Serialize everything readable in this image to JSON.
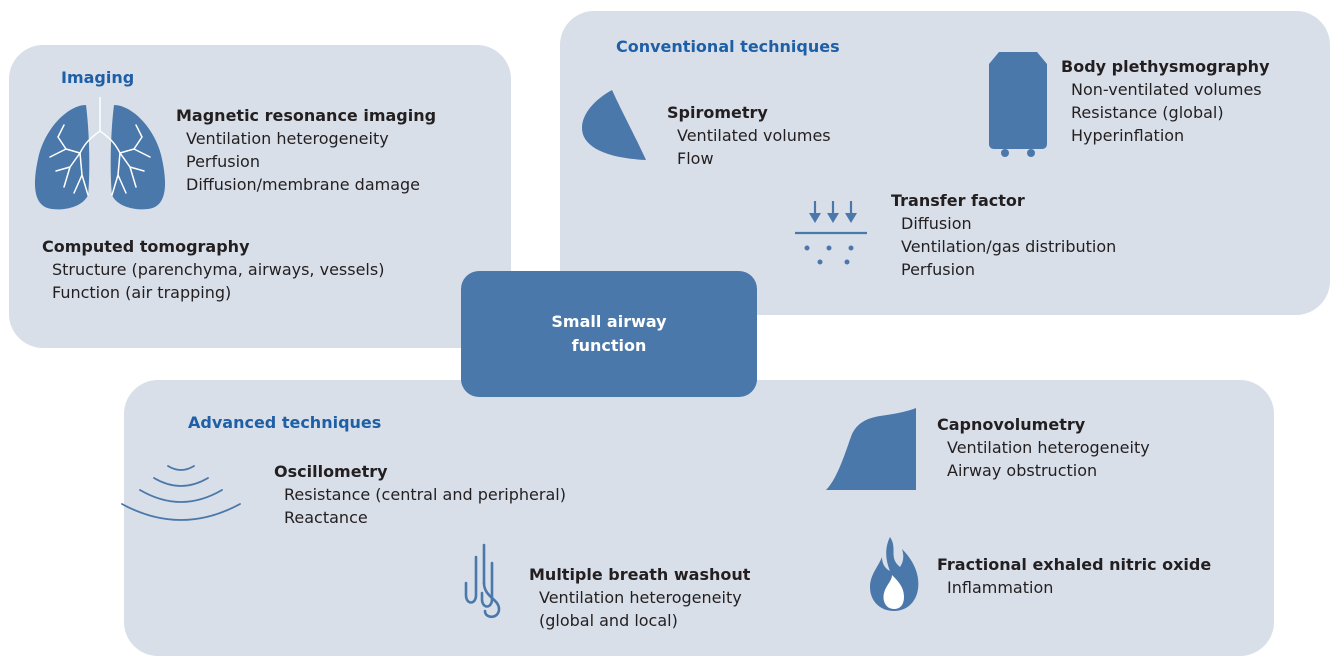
{
  "imaging": {
    "title": "Imaging",
    "mri": {
      "name": "Magnetic resonance imaging",
      "items": [
        "Ventilation heterogeneity",
        "Perfusion",
        "Diffusion/membrane damage"
      ]
    },
    "ct": {
      "name": "Computed tomography",
      "items": [
        "Structure (parenchyma, airways, vessels)",
        "Function (air trapping)"
      ]
    }
  },
  "conventional": {
    "title": "Conventional techniques",
    "spirometry": {
      "name": "Spirometry",
      "items": [
        "Ventilated volumes",
        "Flow"
      ]
    },
    "body_pleth": {
      "name": "Body plethysmography",
      "items": [
        "Non-ventilated volumes",
        "Resistance (global)",
        "Hyperinflation"
      ]
    },
    "transfer": {
      "name": "Transfer factor",
      "items": [
        "Diffusion",
        "Ventilation/gas distribution",
        "Perfusion"
      ]
    }
  },
  "center": {
    "label": "Small airway function"
  },
  "advanced": {
    "title": "Advanced techniques",
    "oscillometry": {
      "name": "Oscillometry",
      "items": [
        "Resistance (central and peripheral)",
        "Reactance"
      ]
    },
    "mbw": {
      "name": "Multiple breath washout",
      "items": [
        "Ventilation heterogeneity",
        "(global and local)"
      ]
    },
    "capno": {
      "name": "Capnovolumetry",
      "items": [
        "Ventilation heterogeneity",
        "Airway obstruction"
      ]
    },
    "feno": {
      "name": "Fractional exhaled nitric oxide",
      "items": [
        "Inflammation"
      ]
    }
  },
  "colors": {
    "panel": "#d8dfe9",
    "accent": "#4a78aa",
    "title": "#1f5fa6",
    "text": "#231f20"
  },
  "icons": [
    "lungs-icon",
    "spirometry-curve-icon",
    "body-box-icon",
    "transfer-arrows-icon",
    "oscillation-waves-icon",
    "washout-tubes-icon",
    "capnovolumetry-curve-icon",
    "flame-icon"
  ]
}
